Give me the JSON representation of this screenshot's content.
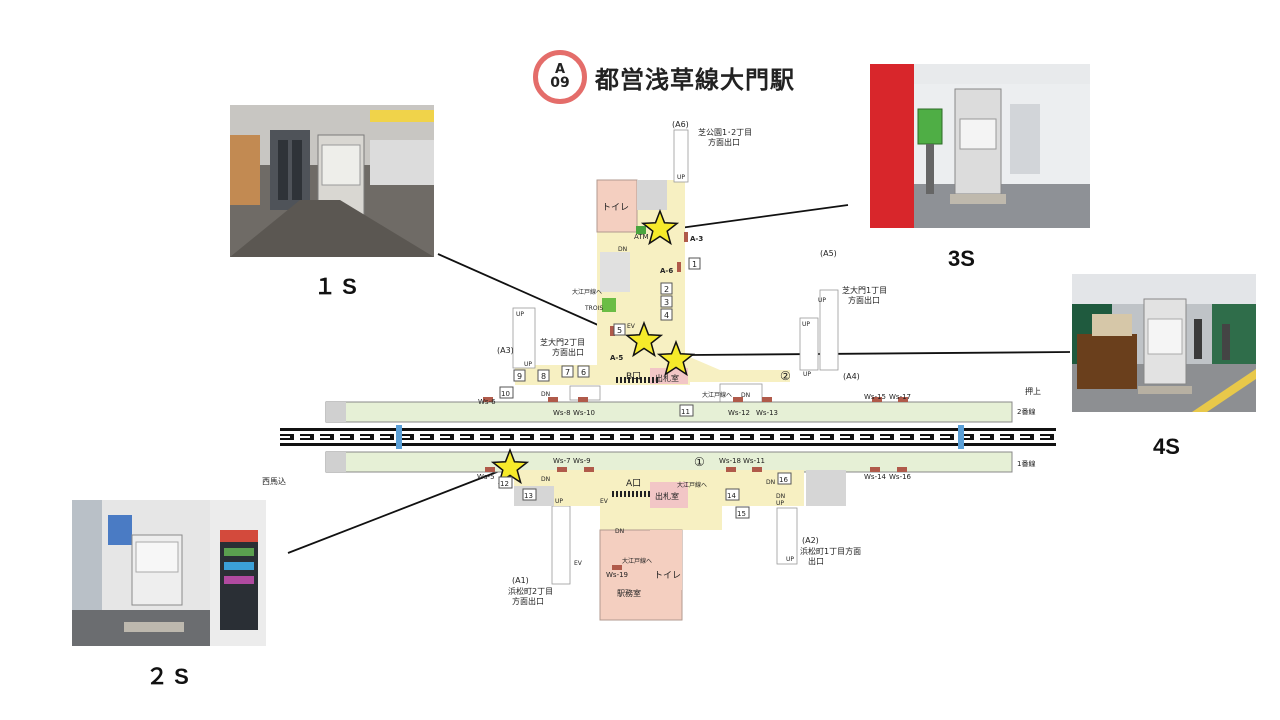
{
  "station": {
    "line_letter": "A",
    "line_number": "09",
    "title": "都営浅草線大門駅",
    "brand_color": "#e46d6a"
  },
  "photos": [
    {
      "id": "1S",
      "caption": "１ S"
    },
    {
      "id": "2S",
      "caption": "２ S"
    },
    {
      "id": "3S",
      "caption": "3S"
    },
    {
      "id": "4S",
      "caption": "4S"
    }
  ],
  "map": {
    "exits": {
      "a6": "(A6)",
      "a6_desc1": "芝公園1･2丁目",
      "a6_desc2": "方面出口",
      "a5": "(A5)",
      "a5_desc1": "芝大門1丁目",
      "a5_desc2": "方面出口",
      "a3": "(A3)",
      "a3_desc1": "芝大門2丁目",
      "a3_desc2": "方面出口",
      "a4": "(A4)",
      "a1": "(A1)",
      "a1_desc1": "浜松町2丁目",
      "a1_desc2": "方面出口",
      "a2": "(A2)",
      "a2_desc1": "浜松町1丁目方面",
      "a2_desc2": "出口"
    },
    "rooms": {
      "toilet": "トイレ",
      "atm": "ATM",
      "trois": "TROIS",
      "oedo": "大江戸線へ",
      "ticket_gate": "出札室",
      "station_office": "駅務室",
      "b_gate": "B口",
      "a_gate": "A口",
      "ev": "EV",
      "up": "UP",
      "dn": "DN"
    },
    "platform": {
      "track2": "2番線",
      "track1": "1番線",
      "dir_oshiage": "押上",
      "dir_nishimagome": "西馬込"
    },
    "codes": {
      "a3": "A-3",
      "a6": "A-6",
      "a5": "A-5",
      "ws6": "Ws-6",
      "ws8": "Ws-8",
      "ws10": "Ws-10",
      "ws12": "Ws-12",
      "ws13": "Ws-13",
      "ws15": "Ws-15",
      "ws17": "Ws-17",
      "ws5": "Ws-5",
      "ws7": "Ws-7",
      "ws9": "Ws-9",
      "ws18": "Ws-18",
      "ws11": "Ws-11",
      "ws14": "Ws-14",
      "ws16": "Ws-16",
      "ws19": "Ws-19"
    },
    "numbers": {
      "n1": "1",
      "n2": "2",
      "n3": "3",
      "n4": "4",
      "n5": "5",
      "n6": "6",
      "n7": "7",
      "n8": "8",
      "n9": "9",
      "n10": "10",
      "n11": "11",
      "n12": "12",
      "n13": "13",
      "n14": "14",
      "n15": "15",
      "n16": "16",
      "c1": "①",
      "c2": "②"
    }
  }
}
